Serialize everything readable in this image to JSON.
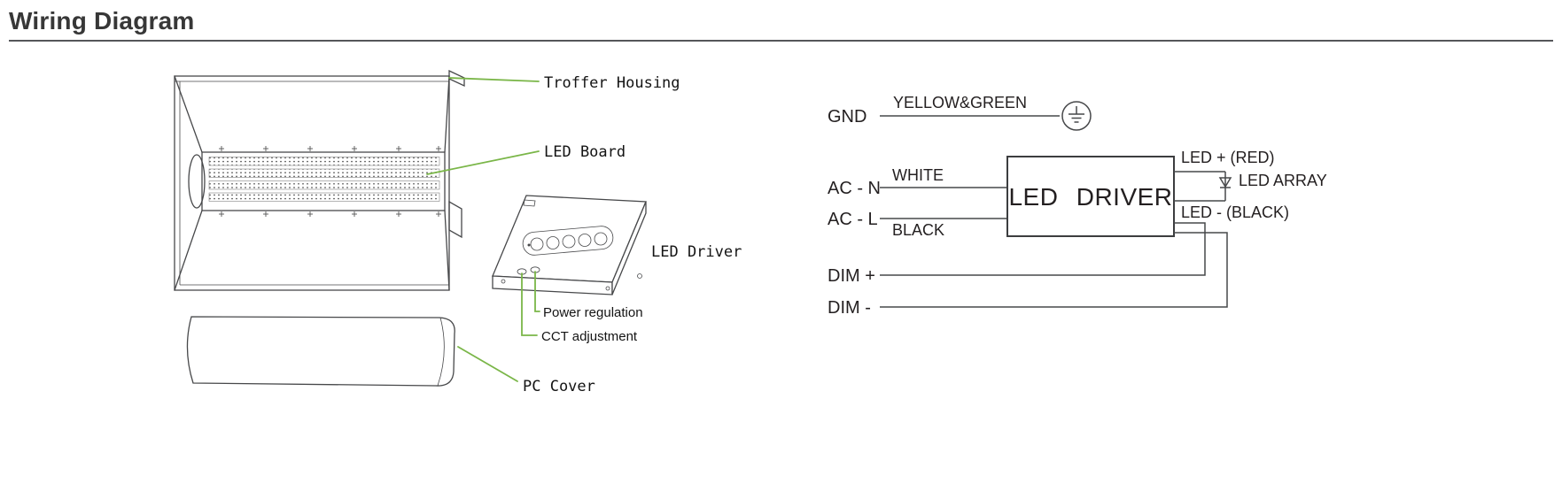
{
  "title": "Wiring Diagram",
  "colors": {
    "accent_green": "#7ab648",
    "line_gray": "#47484a",
    "text_dark": "#231f20"
  },
  "fixture": {
    "troffer_housing_label": "Troffer Housing",
    "led_board_label": "LED Board",
    "led_driver_label": "LED Driver",
    "power_regulation_label": "Power regulation",
    "cct_adjustment_label": "CCT adjustment",
    "pc_cover_label": "PC Cover"
  },
  "schematic": {
    "gnd_label": "GND",
    "gnd_wire_color": "YELLOW&GREEN",
    "ac_n_label": "AC - N",
    "ac_n_wire_color": "WHITE",
    "ac_l_label": "AC - L",
    "ac_l_wire_color": "BLACK",
    "driver_box_label": "LED DRIVER",
    "led_plus_label": "LED + (RED)",
    "led_minus_label": "LED - (BLACK)",
    "led_array_label": "LED ARRAY",
    "dim_plus_label": "DIM +",
    "dim_minus_label": "DIM -"
  }
}
